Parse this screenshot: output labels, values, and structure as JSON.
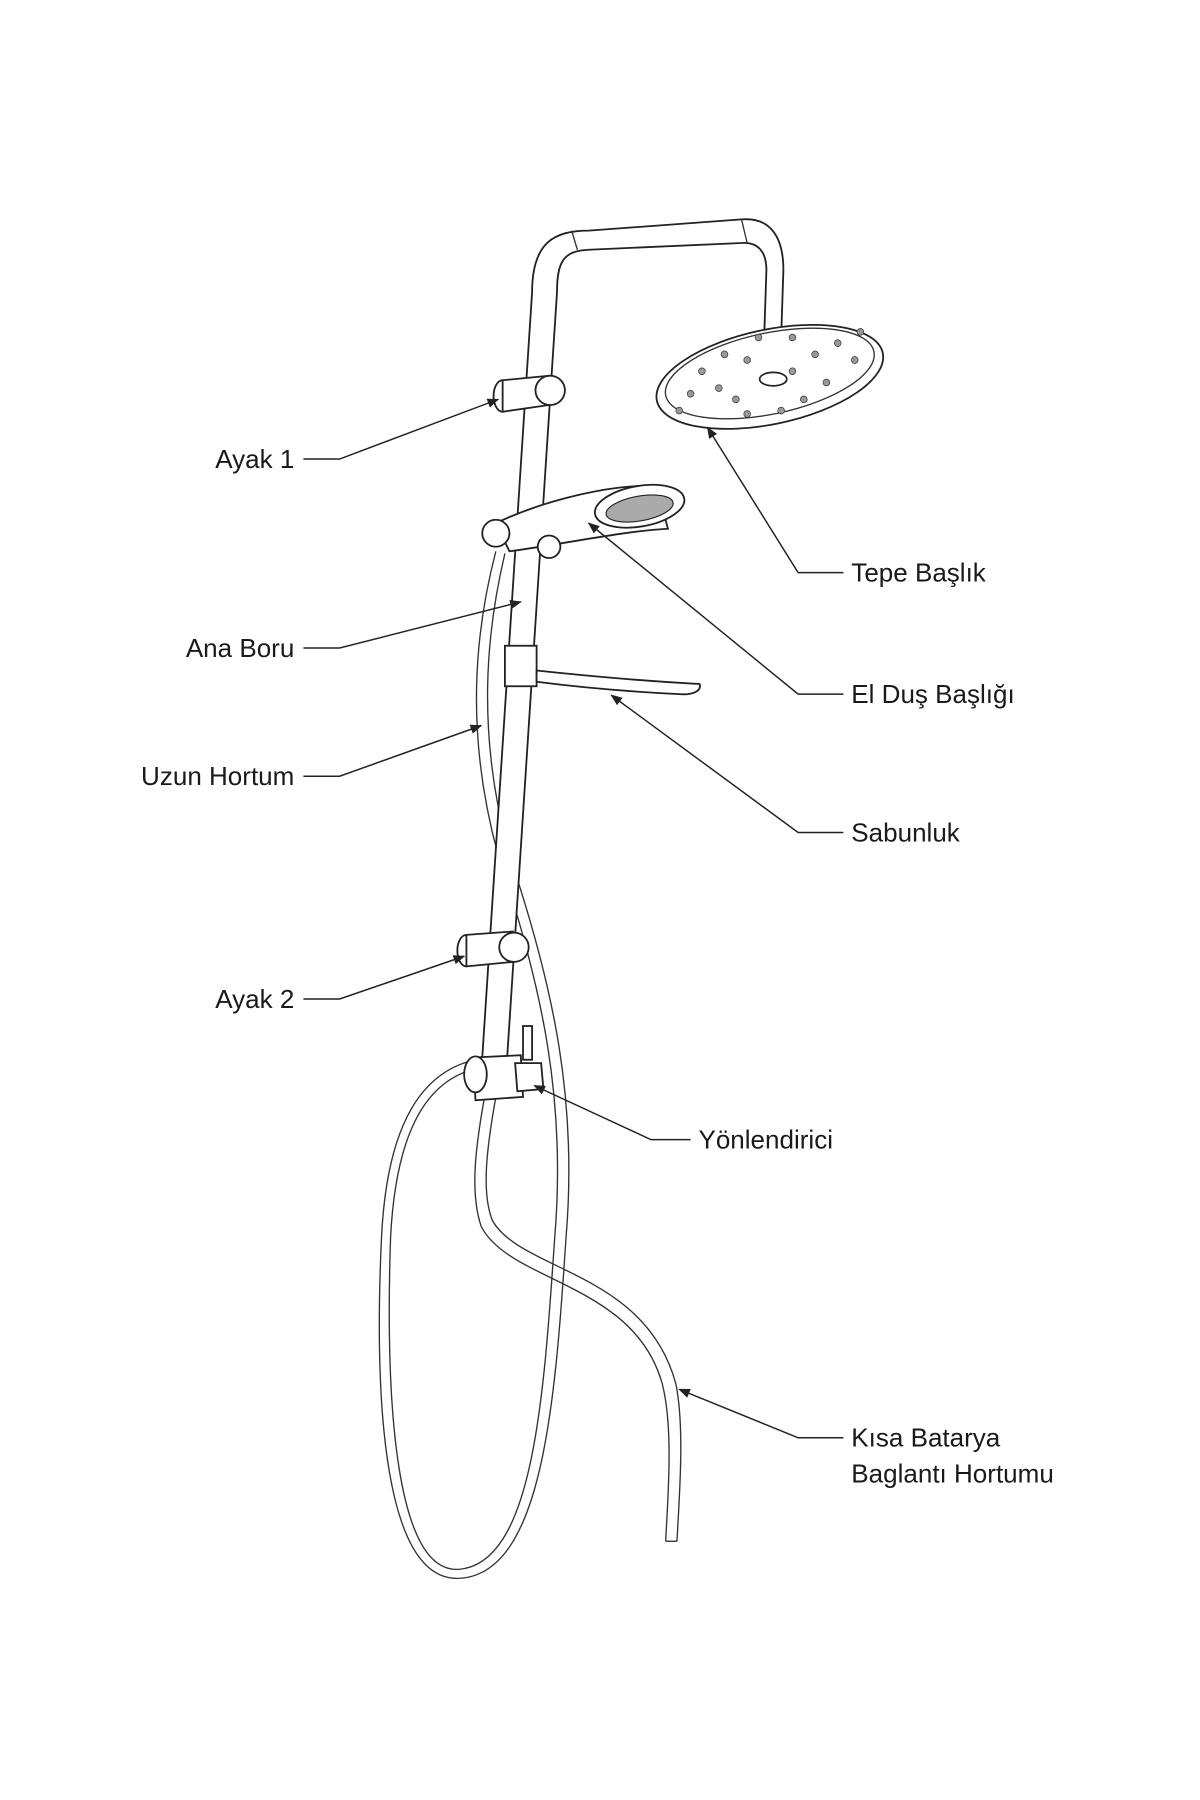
{
  "diagram": {
    "labels": {
      "ayak1": "Ayak 1",
      "ana_boru": "Ana Boru",
      "uzun_hortum": "Uzun Hortum",
      "ayak2": "Ayak 2",
      "tepe_baslik": "Tepe Başlık",
      "el_dus_basligi": "El Duş Başlığı",
      "sabunluk": "Sabunluk",
      "yonlendirici": "Yönlendirici",
      "kisa_batarya_line1": "Kısa Batarya",
      "kisa_batarya_line2": "Baglantı Hortumu"
    }
  }
}
